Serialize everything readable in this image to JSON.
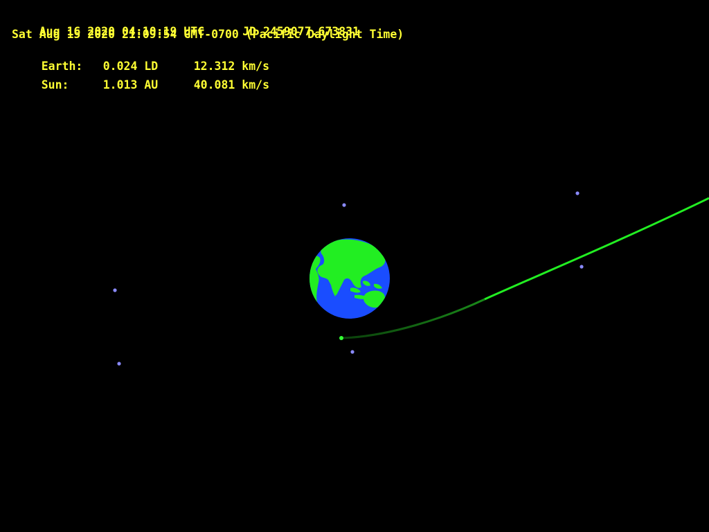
{
  "colors": {
    "background": "#000000",
    "hud_text": "#ffff33",
    "trajectory_bright": "#22ee22",
    "trajectory_dim": "#0f5a0f",
    "object_marker": "#33ff33",
    "moon_dots": "#8a8aff",
    "earth_ocean": "#1a4dff",
    "earth_land": "#22ee22"
  },
  "hud": {
    "utc_date": "Aug 16 2020 04:10:19 UTC",
    "julian_date": "JD 2459077.673831",
    "local_time": "Sat Aug 15 2020 21:09:54 GMT-0700 (Pacific Daylight Time)",
    "earth": {
      "label": "Earth:",
      "distance": "0.024 LD",
      "speed": "12.312 km/s"
    },
    "sun": {
      "label": "Sun:",
      "distance": "1.013 AU",
      "speed": "40.081 km/s"
    }
  },
  "scene": {
    "central_body": "earth",
    "earth_view_icon": "earth-globe-asia-australia-icon",
    "trajectory_icon": "asteroid-trajectory",
    "object_icon": "asteroid-marker-icon",
    "satellite_icon": "satellite-dot-icon"
  }
}
